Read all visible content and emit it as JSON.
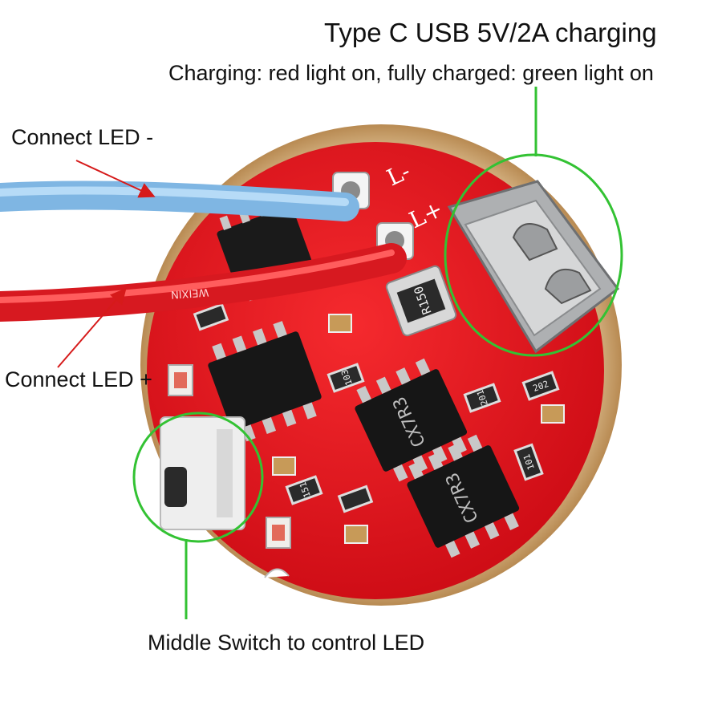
{
  "annotations": {
    "title": "Type C USB 5V/2A charging",
    "subtitle": "Charging: red light on, fully charged: green light on",
    "led_negative": "Connect LED -",
    "led_positive": "Connect LED +",
    "switch": "Middle Switch to control LED"
  },
  "board_markings": {
    "pad_negative": "L-",
    "pad_positive": "L+",
    "ic_cx7r3_a": "CX7R3",
    "ic_cx7r3_b": "CX7R3",
    "resistor_sense": "R150",
    "resistor_103": "103",
    "resistor_201": "201",
    "resistor_202": "202",
    "resistor_101": "101",
    "resistor_151": "151",
    "wire_print": "WEIXIN"
  },
  "colors": {
    "pcb_red": "#e3141c",
    "ring_gold": "#c9a06a",
    "callout_green": "#33c233",
    "arrow_red": "#d61a1a",
    "wire_blue": "#8ec3ec",
    "wire_red": "#e51f24"
  }
}
